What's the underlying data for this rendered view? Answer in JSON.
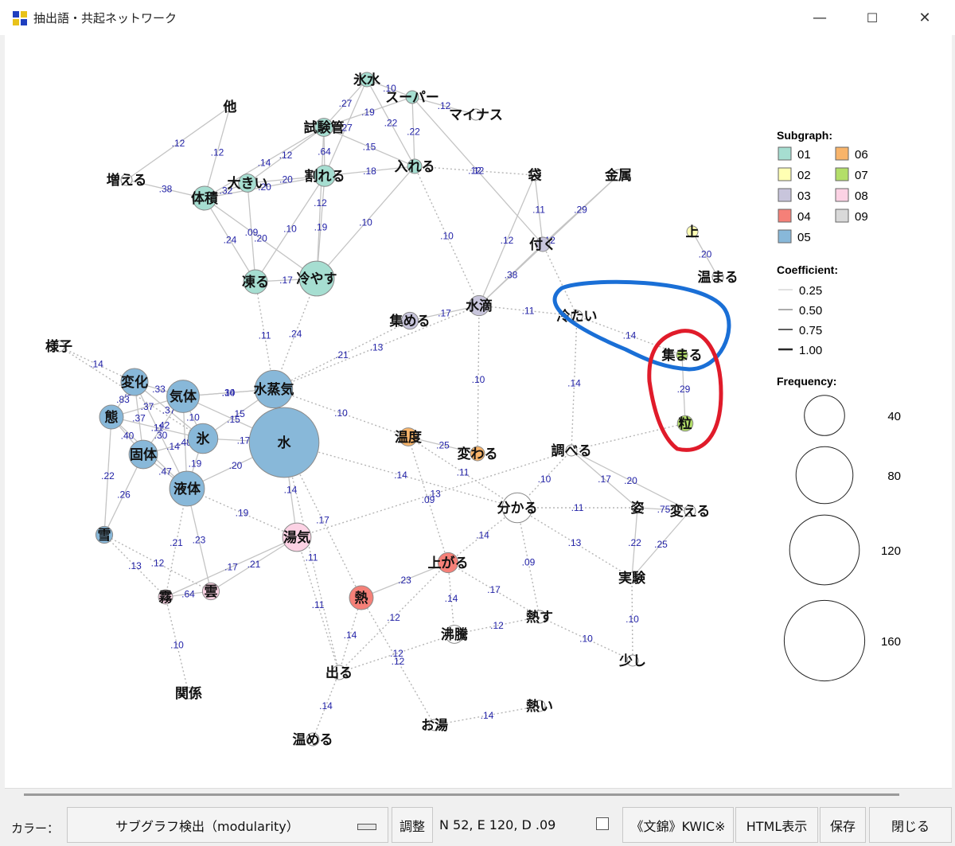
{
  "window": {
    "title": "抽出語・共起ネットワーク",
    "controls": {
      "minimize": "—",
      "maximize": "☐",
      "close": "✕"
    }
  },
  "graph": {
    "nodes": [
      {
        "id": "ice_water",
        "label": "氷水",
        "group": "01",
        "freq": 5
      },
      {
        "id": "super",
        "label": "スーパー",
        "group": "01",
        "freq": 4
      },
      {
        "id": "minus",
        "label": "マイナス",
        "group": "09",
        "freq": 2
      },
      {
        "id": "other",
        "label": "他",
        "group": "09",
        "freq": 2
      },
      {
        "id": "testtube",
        "label": "試験管",
        "group": "01",
        "freq": 8
      },
      {
        "id": "increase",
        "label": "増える",
        "group": "09",
        "freq": 2
      },
      {
        "id": "volume",
        "label": "体積",
        "group": "01",
        "freq": 14
      },
      {
        "id": "big",
        "label": "大きい",
        "group": "01",
        "freq": 8
      },
      {
        "id": "break",
        "label": "割れる",
        "group": "01",
        "freq": 11
      },
      {
        "id": "put",
        "label": "入れる",
        "group": "01",
        "freq": 5
      },
      {
        "id": "bag",
        "label": "袋",
        "group": "09",
        "freq": 2
      },
      {
        "id": "metal",
        "label": "金属",
        "group": "09",
        "freq": 2
      },
      {
        "id": "stick",
        "label": "付く",
        "group": "03",
        "freq": 5
      },
      {
        "id": "up",
        "label": "上",
        "group": "02",
        "freq": 3
      },
      {
        "id": "warmup",
        "label": "温まる",
        "group": "09",
        "freq": 2
      },
      {
        "id": "freeze",
        "label": "凍る",
        "group": "01",
        "freq": 14
      },
      {
        "id": "cool",
        "label": "冷やす",
        "group": "01",
        "freq": 30
      },
      {
        "id": "gather",
        "label": "集める",
        "group": "03",
        "freq": 7
      },
      {
        "id": "drop",
        "label": "水滴",
        "group": "03",
        "freq": 10
      },
      {
        "id": "cold",
        "label": "冷たい",
        "group": "09",
        "freq": 2
      },
      {
        "id": "gathered",
        "label": "集まる",
        "group": "07",
        "freq": 2
      },
      {
        "id": "state",
        "label": "様子",
        "group": "09",
        "freq": 2
      },
      {
        "id": "change",
        "label": "変化",
        "group": "05",
        "freq": 18
      },
      {
        "id": "gas",
        "label": "気体",
        "group": "05",
        "freq": 26
      },
      {
        "id": "vapor",
        "label": "水蒸気",
        "group": "05",
        "freq": 35
      },
      {
        "id": "form",
        "label": "態",
        "group": "05",
        "freq": 14
      },
      {
        "id": "ice",
        "label": "氷",
        "group": "05",
        "freq": 22
      },
      {
        "id": "water",
        "label": "水",
        "group": "05",
        "freq": 120
      },
      {
        "id": "solid",
        "label": "固体",
        "group": "05",
        "freq": 20
      },
      {
        "id": "liquid",
        "label": "液体",
        "group": "05",
        "freq": 30
      },
      {
        "id": "grain",
        "label": "粒",
        "group": "07",
        "freq": 6
      },
      {
        "id": "temp",
        "label": "温度",
        "group": "06",
        "freq": 8
      },
      {
        "id": "varies",
        "label": "変わる",
        "group": "06",
        "freq": 5
      },
      {
        "id": "check",
        "label": "調べる",
        "group": "09",
        "freq": 3
      },
      {
        "id": "understand",
        "label": "分かる",
        "group": "09",
        "freq": 22
      },
      {
        "id": "shape",
        "label": "姿",
        "group": "09",
        "freq": 3
      },
      {
        "id": "alter",
        "label": "変える",
        "group": "09",
        "freq": 2
      },
      {
        "id": "snow",
        "label": "雪",
        "group": "05",
        "freq": 7
      },
      {
        "id": "steam",
        "label": "湯気",
        "group": "08",
        "freq": 20
      },
      {
        "id": "rise",
        "label": "上がる",
        "group": "04",
        "freq": 10
      },
      {
        "id": "experiment",
        "label": "実験",
        "group": "09",
        "freq": 3
      },
      {
        "id": "heat",
        "label": "熱",
        "group": "04",
        "freq": 14
      },
      {
        "id": "fog",
        "label": "霧",
        "group": "08",
        "freq": 5
      },
      {
        "id": "cloud",
        "label": "雲",
        "group": "08",
        "freq": 7
      },
      {
        "id": "heatv",
        "label": "熱す",
        "group": "09",
        "freq": 4
      },
      {
        "id": "boil",
        "label": "沸騰",
        "group": "09",
        "freq": 8
      },
      {
        "id": "little",
        "label": "少し",
        "group": "09",
        "freq": 2
      },
      {
        "id": "exit",
        "label": "出る",
        "group": "09",
        "freq": 5
      },
      {
        "id": "relation",
        "label": "関係",
        "group": "09",
        "freq": 2
      },
      {
        "id": "hot",
        "label": "熱い",
        "group": "09",
        "freq": 2
      },
      {
        "id": "hotwater",
        "label": "お湯",
        "group": "09",
        "freq": 2
      },
      {
        "id": "warm",
        "label": "温める",
        "group": "09",
        "freq": 4
      }
    ],
    "edges": [
      {
        "a": "ice_water",
        "b": "super",
        "c": ".10",
        "style": "solid"
      },
      {
        "a": "ice_water",
        "b": "testtube",
        "c": ".27",
        "style": "solid"
      },
      {
        "a": "ice_water",
        "b": "break",
        "c": ".27",
        "style": "solid"
      },
      {
        "a": "ice_water",
        "b": "put",
        "c": ".22",
        "style": "solid"
      },
      {
        "a": "super",
        "b": "minus",
        "c": ".12",
        "style": "solid"
      },
      {
        "a": "super",
        "b": "put",
        "c": ".22",
        "style": "solid"
      },
      {
        "a": "super",
        "b": "testtube",
        "c": ".19",
        "style": "solid"
      },
      {
        "a": "super",
        "b": "stick",
        "c": ".12",
        "style": "solid"
      },
      {
        "a": "testtube",
        "b": "put",
        "c": ".15",
        "style": "solid"
      },
      {
        "a": "testtube",
        "b": "break",
        "c": ".64",
        "style": "solid"
      },
      {
        "a": "testtube",
        "b": "big",
        "c": ".12",
        "style": "solid"
      },
      {
        "a": "testtube",
        "b": "volume",
        "c": ".14",
        "style": "solid"
      },
      {
        "a": "testtube",
        "b": "cool",
        "c": ".12",
        "style": "solid"
      },
      {
        "a": "other",
        "b": "increase",
        "c": ".12",
        "style": "solid"
      },
      {
        "a": "other",
        "b": "volume",
        "c": ".12",
        "style": "solid"
      },
      {
        "a": "increase",
        "b": "volume",
        "c": ".38",
        "style": "solid"
      },
      {
        "a": "volume",
        "b": "big",
        "c": ".32",
        "style": "solid"
      },
      {
        "a": "volume",
        "b": "freeze",
        "c": ".24",
        "style": "solid"
      },
      {
        "a": "volume",
        "b": "cool",
        "c": ".20",
        "style": "solid"
      },
      {
        "a": "volume",
        "b": "break",
        "c": ".20",
        "style": "solid"
      },
      {
        "a": "big",
        "b": "break",
        "c": ".20",
        "style": "solid"
      },
      {
        "a": "big",
        "b": "freeze",
        "c": ".09",
        "style": "solid"
      },
      {
        "a": "break",
        "b": "put",
        "c": ".18",
        "style": "solid"
      },
      {
        "a": "break",
        "b": "cool",
        "c": ".19",
        "style": "solid"
      },
      {
        "a": "break",
        "b": "freeze",
        "c": ".10",
        "style": "solid"
      },
      {
        "a": "put",
        "b": "bag",
        "c": ".12",
        "style": "dotted"
      },
      {
        "a": "put",
        "b": "cool",
        "c": ".10",
        "style": "solid"
      },
      {
        "a": "put",
        "b": "drop",
        "c": ".10",
        "style": "dotted"
      },
      {
        "a": "bag",
        "b": "stick",
        "c": ".11",
        "style": "solid"
      },
      {
        "a": "metal",
        "b": "stick",
        "c": ".29",
        "style": "solid"
      },
      {
        "a": "stick",
        "b": "drop",
        "c": ".38",
        "style": "solid"
      },
      {
        "a": "stick",
        "b": "cold",
        "c": "",
        "style": "dotted"
      },
      {
        "a": "bag",
        "b": "drop",
        "c": ".12",
        "style": "solid"
      },
      {
        "a": "up",
        "b": "warmup",
        "c": ".20",
        "style": "solid"
      },
      {
        "a": "freeze",
        "b": "cool",
        "c": ".17",
        "style": "solid"
      },
      {
        "a": "freeze",
        "b": "vapor",
        "c": ".11",
        "style": "dotted"
      },
      {
        "a": "cool",
        "b": "vapor",
        "c": ".24",
        "style": "dotted"
      },
      {
        "a": "gather",
        "b": "drop",
        "c": ".17",
        "style": "solid"
      },
      {
        "a": "drop",
        "b": "metal",
        "c": ".12",
        "style": "solid"
      },
      {
        "a": "drop",
        "b": "cold",
        "c": ".11",
        "style": "dotted"
      },
      {
        "a": "drop",
        "b": "varies",
        "c": ".10",
        "style": "dotted"
      },
      {
        "a": "drop",
        "b": "vapor",
        "c": ".13",
        "style": "dotted"
      },
      {
        "a": "gather",
        "b": "vapor",
        "c": ".21",
        "style": "dotted"
      },
      {
        "a": "cold",
        "b": "gathered",
        "c": ".14",
        "style": "dotted"
      },
      {
        "a": "cold",
        "b": "check",
        "c": ".14",
        "style": "dotted"
      },
      {
        "a": "gathered",
        "b": "grain",
        "c": ".29",
        "style": "solid"
      },
      {
        "a": "state",
        "b": "change",
        "c": ".14",
        "style": "dotted"
      },
      {
        "a": "state",
        "b": "ice",
        "c": ".14",
        "style": "dotted"
      },
      {
        "a": "change",
        "b": "gas",
        "c": ".33",
        "style": "solid"
      },
      {
        "a": "change",
        "b": "form",
        "c": ".83",
        "style": "solid"
      },
      {
        "a": "change",
        "b": "solid",
        "c": ".37",
        "style": "solid"
      },
      {
        "a": "change",
        "b": "ice",
        "c": ".37",
        "style": "solid"
      },
      {
        "a": "change",
        "b": "liquid",
        "c": ".30",
        "style": "solid"
      },
      {
        "a": "gas",
        "b": "vapor",
        "c": ".34",
        "style": "solid"
      },
      {
        "a": "gas",
        "b": "form",
        "c": ".37",
        "style": "solid"
      },
      {
        "a": "gas",
        "b": "ice",
        "c": ".10",
        "style": "solid"
      },
      {
        "a": "gas",
        "b": "liquid",
        "c": ".48",
        "style": "solid"
      },
      {
        "a": "gas",
        "b": "solid",
        "c": ".42",
        "style": "solid"
      },
      {
        "a": "gas",
        "b": "water",
        "c": ".15",
        "style": "solid"
      },
      {
        "a": "gas",
        "b": "vapor",
        "c": ".10",
        "style": "solid"
      },
      {
        "a": "form",
        "b": "solid",
        "c": ".40",
        "style": "solid"
      },
      {
        "a": "form",
        "b": "liquid",
        "c": ".47",
        "style": "solid"
      },
      {
        "a": "form",
        "b": "ice",
        "c": ".11",
        "style": "solid"
      },
      {
        "a": "vapor",
        "b": "water",
        "c": ".16",
        "style": "solid"
      },
      {
        "a": "vapor",
        "b": "ice",
        "c": ".15",
        "style": "solid"
      },
      {
        "a": "ice",
        "b": "water",
        "c": ".17",
        "style": "solid"
      },
      {
        "a": "ice",
        "b": "solid",
        "c": ".14",
        "style": "solid"
      },
      {
        "a": "ice",
        "b": "liquid",
        "c": ".19",
        "style": "solid"
      },
      {
        "a": "solid",
        "b": "liquid",
        "c": ".47",
        "style": "solid"
      },
      {
        "a": "solid",
        "b": "snow",
        "c": ".26",
        "style": "solid"
      },
      {
        "a": "liquid",
        "b": "water",
        "c": ".20",
        "style": "solid"
      },
      {
        "a": "liquid",
        "b": "fog",
        "c": ".21",
        "style": "dotted"
      },
      {
        "a": "liquid",
        "b": "cloud",
        "c": ".23",
        "style": "solid"
      },
      {
        "a": "liquid",
        "b": "steam",
        "c": ".19",
        "style": "dotted"
      },
      {
        "a": "snow",
        "b": "form",
        "c": ".22",
        "style": "solid"
      },
      {
        "a": "snow",
        "b": "fog",
        "c": ".13",
        "style": "dotted"
      },
      {
        "a": "snow",
        "b": "cloud",
        "c": ".12",
        "style": "dotted"
      },
      {
        "a": "fog",
        "b": "cloud",
        "c": ".64",
        "style": "solid"
      },
      {
        "a": "fog",
        "b": "steam",
        "c": ".17",
        "style": "solid"
      },
      {
        "a": "cloud",
        "b": "steam",
        "c": ".21",
        "style": "solid"
      },
      {
        "a": "fog",
        "b": "relation",
        "c": ".10",
        "style": "dotted"
      },
      {
        "a": "water",
        "b": "steam",
        "c": ".14",
        "style": "solid"
      },
      {
        "a": "water",
        "b": "heat",
        "c": ".17",
        "style": "dotted"
      },
      {
        "a": "water",
        "b": "understand",
        "c": ".14",
        "style": "dotted"
      },
      {
        "a": "water",
        "b": "exit",
        "c": ".11",
        "style": "dotted"
      },
      {
        "a": "steam",
        "b": "check",
        "c": ".13",
        "style": "dotted"
      },
      {
        "a": "temp",
        "b": "varies",
        "c": ".25",
        "style": "solid"
      },
      {
        "a": "temp",
        "b": "rise",
        "c": ".09",
        "style": "dotted"
      },
      {
        "a": "temp",
        "b": "understand",
        "c": ".11",
        "style": "dotted"
      },
      {
        "a": "vapor",
        "b": "temp",
        "c": ".10",
        "style": "dotted"
      },
      {
        "a": "understand",
        "b": "rise",
        "c": ".14",
        "style": "dotted"
      },
      {
        "a": "understand",
        "b": "shape",
        "c": ".11",
        "style": "dotted"
      },
      {
        "a": "understand",
        "b": "experiment",
        "c": ".13",
        "style": "dotted"
      },
      {
        "a": "understand",
        "b": "heatv",
        "c": ".09",
        "style": "dotted"
      },
      {
        "a": "check",
        "b": "shape",
        "c": ".17",
        "style": "solid"
      },
      {
        "a": "check",
        "b": "alter",
        "c": ".20",
        "style": "solid"
      },
      {
        "a": "check",
        "b": "understand",
        "c": ".10",
        "style": "dotted"
      },
      {
        "a": "check",
        "b": "grain",
        "c": "",
        "style": "dotted"
      },
      {
        "a": "shape",
        "b": "alter",
        "c": ".75",
        "style": "solid"
      },
      {
        "a": "shape",
        "b": "experiment",
        "c": ".22",
        "style": "solid"
      },
      {
        "a": "alter",
        "b": "experiment",
        "c": ".25",
        "style": "solid"
      },
      {
        "a": "experiment",
        "b": "little",
        "c": ".10",
        "style": "dotted"
      },
      {
        "a": "heat",
        "b": "rise",
        "c": ".23",
        "style": "solid"
      },
      {
        "a": "heat",
        "b": "hotwater",
        "c": ".12",
        "style": "dotted"
      },
      {
        "a": "rise",
        "b": "heatv",
        "c": ".17",
        "style": "dotted"
      },
      {
        "a": "rise",
        "b": "exit",
        "c": ".12",
        "style": "dotted"
      },
      {
        "a": "heatv",
        "b": "little",
        "c": ".10",
        "style": "dotted"
      },
      {
        "a": "boil",
        "b": "heatv",
        "c": ".12",
        "style": "dotted"
      },
      {
        "a": "boil",
        "b": "exit",
        "c": ".12",
        "style": "dotted"
      },
      {
        "a": "boil",
        "b": "rise",
        "c": ".14",
        "style": "dotted"
      },
      {
        "a": "exit",
        "b": "warm",
        "c": ".14",
        "style": "dotted"
      },
      {
        "a": "steam",
        "b": "exit",
        "c": ".11",
        "style": "dotted"
      },
      {
        "a": "hotwater",
        "b": "hot",
        "c": ".14",
        "style": "dotted"
      },
      {
        "a": "heat",
        "b": "exit",
        "c": ".14",
        "style": "dotted"
      }
    ]
  },
  "legend": {
    "subgraph_title": "Subgraph:",
    "subgraphs": [
      {
        "id": "01",
        "color": "#a6ded1"
      },
      {
        "id": "02",
        "color": "#ffffb3"
      },
      {
        "id": "03",
        "color": "#c8c5dc"
      },
      {
        "id": "04",
        "color": "#f58078"
      },
      {
        "id": "05",
        "color": "#88b8d9"
      },
      {
        "id": "06",
        "color": "#f8b46a"
      },
      {
        "id": "07",
        "color": "#b3de69"
      },
      {
        "id": "08",
        "color": "#fcd2e4"
      },
      {
        "id": "09",
        "color": "#d9d9d9"
      }
    ],
    "coefficient_title": "Coefficient:",
    "coefficients": [
      "0.25",
      "0.50",
      "0.75",
      "1.00"
    ],
    "frequency_title": "Frequency:",
    "frequencies": [
      "40",
      "80",
      "120",
      "160"
    ]
  },
  "annotations": {
    "blue_color": "#1a6fd6",
    "red_color": "#e01b2a"
  },
  "statusbar": {
    "color_label": "カラー：",
    "color_select": "サブグラフ検出（modularity）",
    "adjust_button": "調整",
    "stats": "N 52, E 120, D .09",
    "kwic_button": "《文錦》KWIC※",
    "html_button": "HTML表示",
    "save_button": "保存",
    "close_button": "閉じる"
  }
}
